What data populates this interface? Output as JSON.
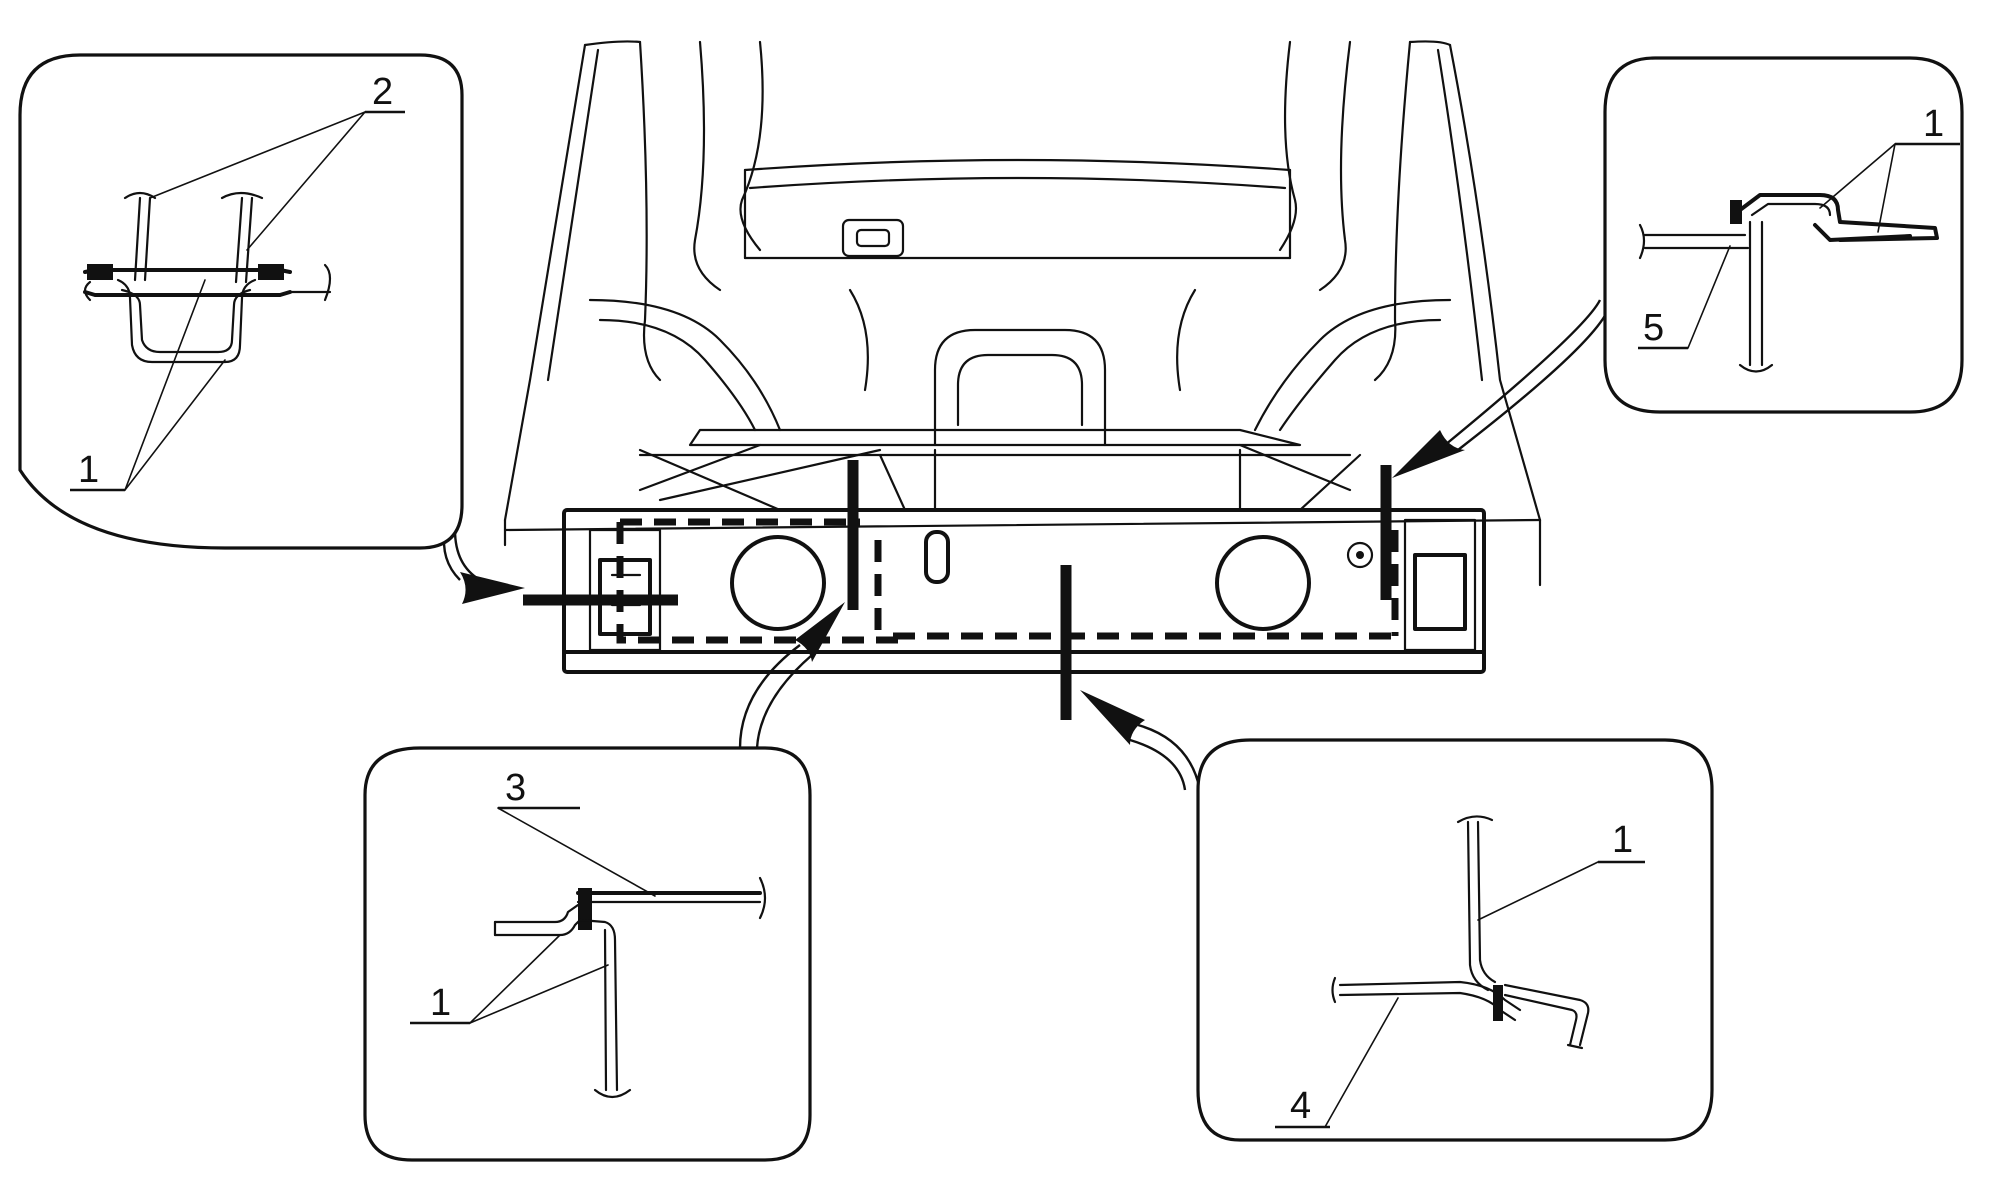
{
  "callouts": {
    "top_left": {
      "labels": [
        "2",
        "1"
      ]
    },
    "top_right": {
      "labels": [
        "1",
        "5"
      ]
    },
    "bottom_left": {
      "labels": [
        "3",
        "1"
      ]
    },
    "bottom_right": {
      "labels": [
        "1",
        "4"
      ]
    }
  },
  "colors": {
    "line": "#111111",
    "background": "#ffffff"
  }
}
